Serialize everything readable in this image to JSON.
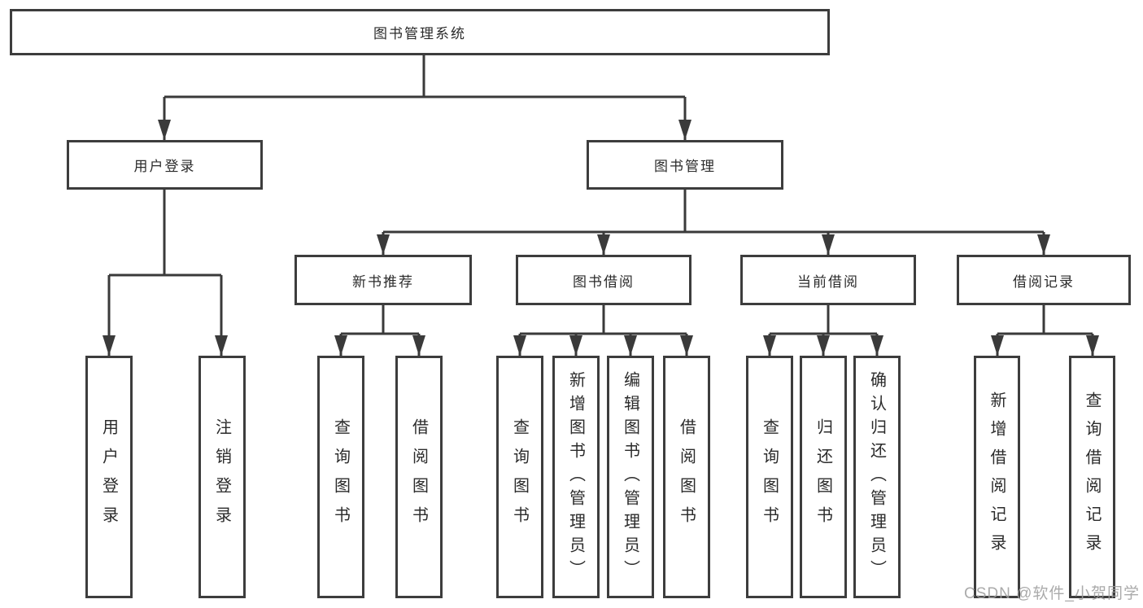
{
  "diagram": {
    "watermark": "CSDN @软件_小贺同学",
    "colors": {
      "background": "#ffffff",
      "line": "#3a3a3a",
      "box_border": "#3d3d3d",
      "text": "#2b2b2b",
      "watermark_text": "#9e9e9e"
    },
    "tree": {
      "root": {
        "label": "图书管理系统",
        "children": [
          {
            "label": "用户登录",
            "children": [
              {
                "label": "用户登录"
              },
              {
                "label": "注销登录"
              }
            ]
          },
          {
            "label": "图书管理",
            "children": [
              {
                "label": "新书推荐",
                "children": [
                  {
                    "label": "查询图书"
                  },
                  {
                    "label": "借阅图书"
                  }
                ]
              },
              {
                "label": "图书借阅",
                "children": [
                  {
                    "label": "查询图书"
                  },
                  {
                    "label": "新增图书（管理员）"
                  },
                  {
                    "label": "编辑图书（管理员）"
                  },
                  {
                    "label": "借阅图书"
                  }
                ]
              },
              {
                "label": "当前借阅",
                "children": [
                  {
                    "label": "查询图书"
                  },
                  {
                    "label": "归还图书"
                  },
                  {
                    "label": "确认归还（管理员）"
                  }
                ]
              },
              {
                "label": "借阅记录",
                "children": [
                  {
                    "label": "新增借阅记录"
                  },
                  {
                    "label": "查询借阅记录"
                  }
                ]
              }
            ]
          }
        ]
      }
    }
  }
}
